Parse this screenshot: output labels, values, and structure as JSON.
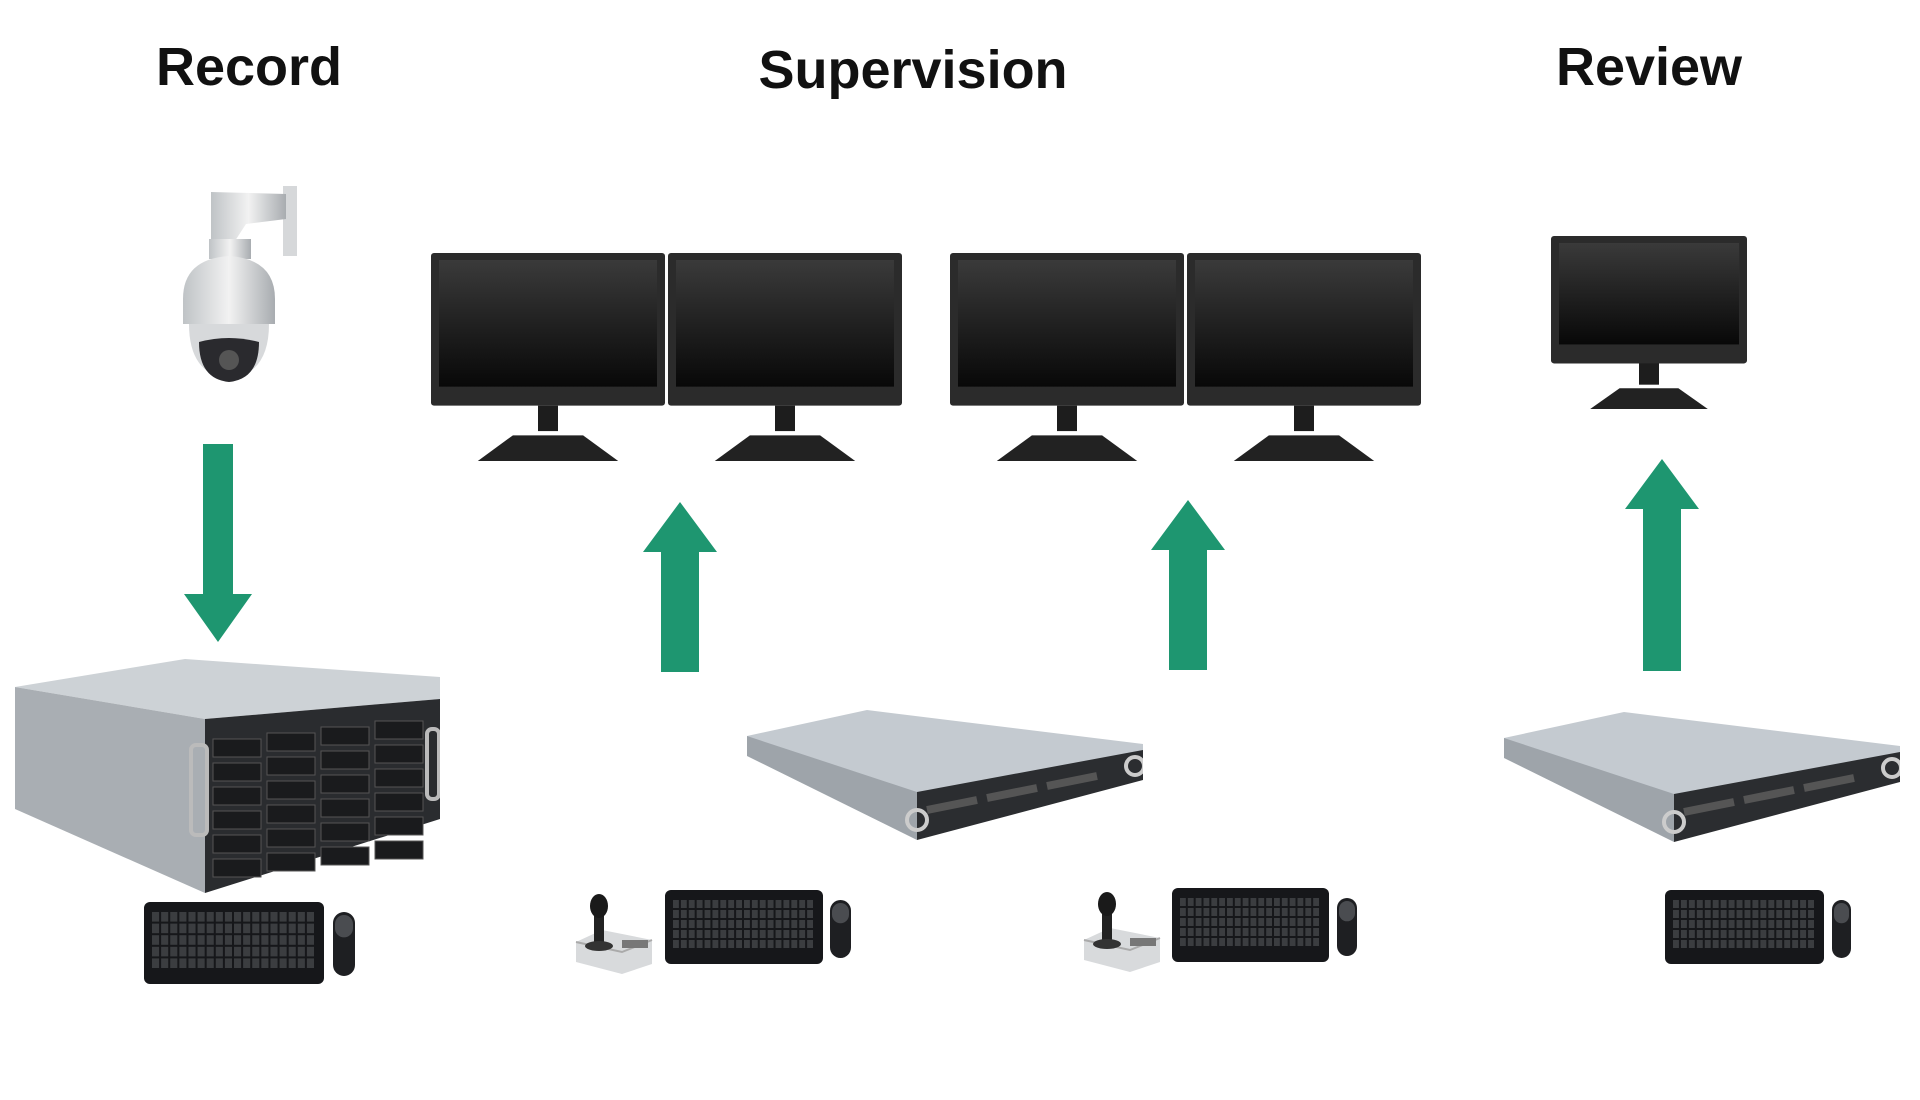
{
  "sections": {
    "record": {
      "title": "Record"
    },
    "supervision": {
      "title": "Supervision"
    },
    "review": {
      "title": "Review"
    }
  },
  "colors": {
    "arrow": "#1e9670",
    "monitor": "#1a1a1a",
    "server": "#b8bec6"
  },
  "icons": [
    "ptz-camera-icon",
    "monitor-icon",
    "server-icon",
    "keyboard-icon",
    "mouse-icon",
    "joystick-icon",
    "arrow-icon"
  ]
}
